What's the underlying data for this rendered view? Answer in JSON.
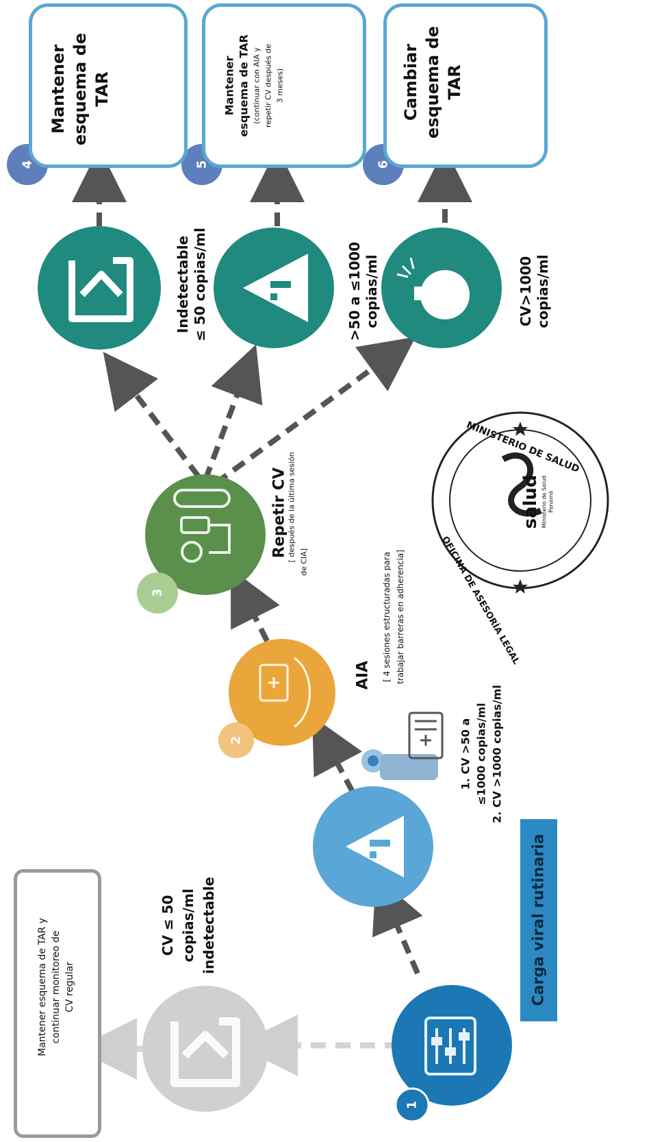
{
  "steps": {
    "s1": {
      "num": "1"
    },
    "s2": {
      "num": "2"
    },
    "s3": {
      "num": "3"
    },
    "s4": {
      "num": "4"
    },
    "s5": {
      "num": "5"
    },
    "s6": {
      "num": "6"
    }
  },
  "routine_label": "Carga viral rutinaria",
  "cv_low_label": [
    "CV ≤ 50",
    "copias/ml",
    "indetectable"
  ],
  "cv_low_box": [
    "Mantener esquema de TAR y",
    "continuar monitoreo de",
    "CV regular"
  ],
  "cv_high_label": [
    "1. CV >50 a",
    "≤1000 copias/ml",
    "2. CV >1000 copias/ml"
  ],
  "aia": {
    "title": "AIA",
    "desc": [
      "[ 4 sesiones estructuradas para",
      "trabajar barreras en adherencia]"
    ]
  },
  "repeat": {
    "title": "Repetir CV",
    "desc": [
      "[ después de la última sesión",
      "de CIA]"
    ]
  },
  "outcomes": {
    "undetectable": [
      "Indetectable",
      "≤ 50 copias/ml"
    ],
    "mid": [
      ">50 a ≤1000",
      "copias/ml"
    ],
    "high": [
      "CV>1000",
      "copias/ml"
    ]
  },
  "actions": {
    "a4": [
      "Mantener",
      "esquema de",
      "TAR"
    ],
    "a5": {
      "title": [
        "Mantener",
        "esquema de TAR"
      ],
      "desc": [
        "(continuar con AIA y",
        "repetir CV después de",
        "3 meses)"
      ]
    },
    "a6": [
      "Cambiar",
      "esquema de",
      "TAR"
    ]
  },
  "stamp": {
    "top": "MINISTERIO DE SALUD",
    "bottom": "OFICINA DE ASESORÍA LEGAL",
    "logo": "salud",
    "sub1": "Ministerio de Salud",
    "sub2": "Panamá"
  },
  "colors": {
    "teal": "#1f8a7d",
    "blue_dark": "#1b78b4",
    "blue_light": "#5aa6d6",
    "orange": "#eaa63a",
    "green": "#5a8f4c",
    "grey": "#cfcfcf",
    "num_blue": "#5d80bc"
  }
}
